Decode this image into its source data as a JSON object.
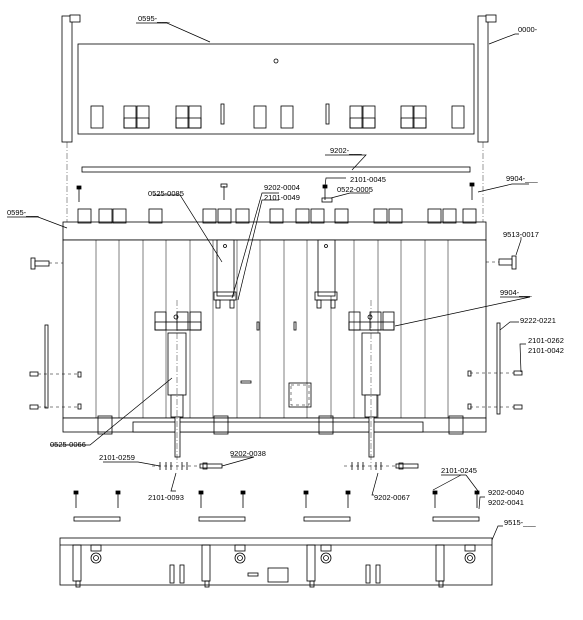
{
  "drawing": {
    "labels": {
      "top_panel": "0595-___",
      "frame_post": "0000-",
      "rod_top": "9202-___",
      "screw_right": "9904-___",
      "part_2101_0045": "2101-0045",
      "part_9202_0004": "9202-0004",
      "part_2101_0049": "2101-0049",
      "part_0522_0005": "0522-0005",
      "part_0525_0085": "0525-0085",
      "cabinet_left": "0595-___",
      "knob_right": "9513-0017",
      "screw_mid": "9904-___",
      "rod_right": "9222-0221",
      "part_2101_0262": "2101-0262",
      "part_2101_0042": "2101-0042",
      "part_0525_0066": "0525-0066",
      "part_2101_0259": "2101-0259",
      "part_9202_0038": "9202-0038",
      "part_2101_0093": "2101-0093",
      "part_9202_0067": "9202-0067",
      "part_2101_0245": "2101-0245",
      "part_9202_0040": "9202-0040",
      "part_9202_0041": "9202-0041",
      "base": "9515-___"
    }
  }
}
